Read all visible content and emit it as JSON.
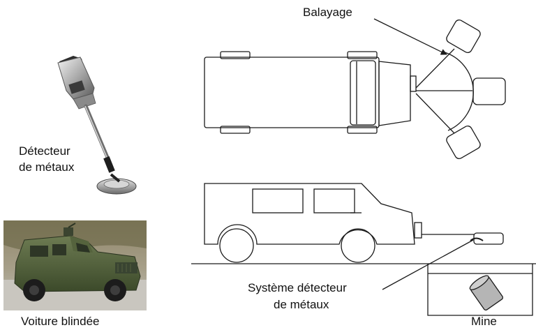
{
  "labels": {
    "sweep": "Balayage",
    "detector_line1": "Détecteur",
    "detector_line2": "de métaux",
    "system_line1": "Système détecteur",
    "system_line2": "de métaux",
    "armored_car": "Voiture blindée",
    "mine": "Mine"
  },
  "colors": {
    "line": "#1a1a1a",
    "sweep_box_fill": "#ffffff",
    "mine_fill": "#b5b5b5",
    "vehicle_green": "#4f5e39",
    "detector_grey": "#9a9a9a"
  }
}
